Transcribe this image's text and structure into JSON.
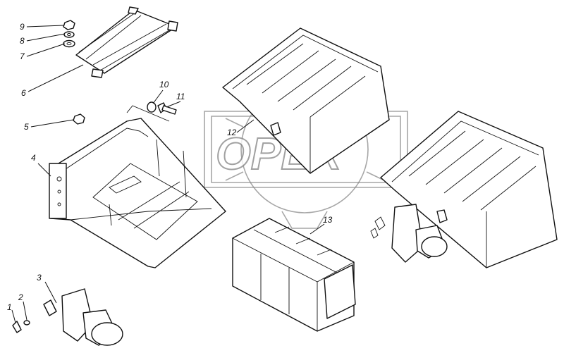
{
  "watermark": {
    "text": "OPEX"
  },
  "callouts": [
    {
      "id": "c1",
      "label": "1"
    },
    {
      "id": "c2",
      "label": "2"
    },
    {
      "id": "c3",
      "label": "3"
    },
    {
      "id": "c4",
      "label": "4"
    },
    {
      "id": "c5",
      "label": "5"
    },
    {
      "id": "c6",
      "label": "6"
    },
    {
      "id": "c7",
      "label": "7"
    },
    {
      "id": "c8",
      "label": "8"
    },
    {
      "id": "c9",
      "label": "9"
    },
    {
      "id": "c10",
      "label": "10"
    },
    {
      "id": "c11",
      "label": "11"
    },
    {
      "id": "c12",
      "label": "12"
    },
    {
      "id": "c13",
      "label": "13"
    }
  ]
}
